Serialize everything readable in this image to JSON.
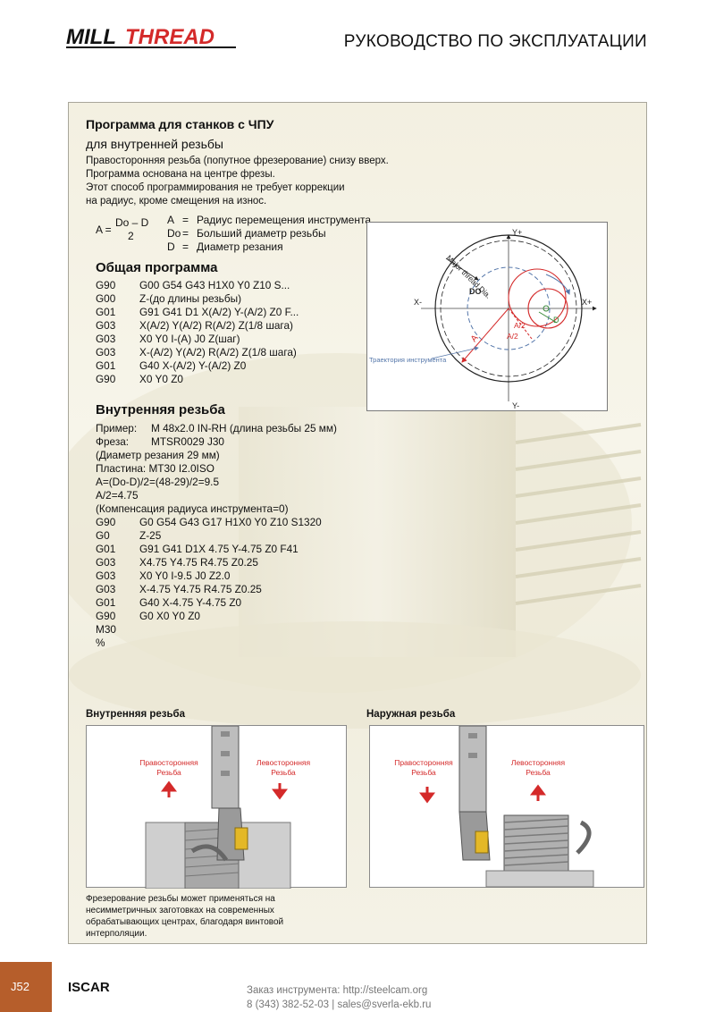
{
  "header": {
    "logo_text": "MILLTHREAD",
    "title": "РУКОВОДСТВО ПО ЭКСПЛУАТАЦИИ"
  },
  "intro": {
    "title": "Программа для станков с ЧПУ",
    "subtitle": "для внутренней резьбы",
    "lines": [
      "Правосторонняя резьба (попутное фрезерование) снизу вверх.",
      "Программа основана на центре фрезы.",
      "Этот способ программирования не требует коррекции",
      "на радиус, кроме смещения на износ."
    ]
  },
  "formula": {
    "lhs": "A =",
    "numerator": "Do – D",
    "denominator": "2",
    "defs": [
      {
        "sym": "A",
        "eq": "=",
        "text": "Радиус перемещения инструмента"
      },
      {
        "sym": "Do",
        "eq": "=",
        "text": "Больший диаметр резьбы"
      },
      {
        "sym": "D",
        "eq": "=",
        "text": "Диаметр резания"
      }
    ]
  },
  "general": {
    "title": "Общая программа",
    "rows": [
      {
        "code": "G90",
        "value": "G00 G54 G43 H1X0 Y0 Z10 S..."
      },
      {
        "code": "G00",
        "value": "Z-(до длины резьбы)"
      },
      {
        "code": "G01",
        "value": "G91 G41 D1 X(A/2) Y-(A/2) Z0 F..."
      },
      {
        "code": "G03",
        "value": "X(A/2) Y(A/2) R(A/2) Z(1/8 шага)"
      },
      {
        "code": "G03",
        "value": "X0 Y0 I-(A) J0 Z(шаг)"
      },
      {
        "code": "G03",
        "value": "X-(A/2) Y(A/2) R(A/2) Z(1/8 шага)"
      },
      {
        "code": "G01",
        "value": "G40 X-(A/2) Y-(A/2) Z0"
      },
      {
        "code": "G90",
        "value": "X0 Y0 Z0"
      }
    ]
  },
  "diagram": {
    "y_plus": "Y+",
    "y_minus": "Y-",
    "x_minus": "X-",
    "x_plus": "X+",
    "major_label": "Major thread Dia.",
    "do_label": "DO",
    "a_label": "A",
    "a2_label_1": "A/2",
    "a2_label_2": "A/2",
    "d_label": "D",
    "path_label": "Траектория инструмента"
  },
  "internal": {
    "title": "Внутренняя резьба",
    "example_label": "Пример:",
    "example_value": "M 48x2.0 IN-RH (длина резьбы 25 мм)",
    "cutter_label": "Фреза:",
    "cutter_value": "MTSR0029 J30",
    "lines": [
      "(Диаметр резания 29 мм)",
      "Пластина: MT30 I2.0ISO",
      "A=(Do-D)/2=(48-29)/2=9.5",
      "A/2=4.75",
      "(Компенсация радиуса инструмента=0)"
    ],
    "rows": [
      {
        "code": "G90",
        "value": "G0 G54 G43 G17 H1X0 Y0 Z10 S1320"
      },
      {
        "code": "G0",
        "value": "Z-25"
      },
      {
        "code": "G01",
        "value": "G91 G41 D1X 4.75 Y-4.75 Z0 F41"
      },
      {
        "code": "G03",
        "value": "X4.75 Y4.75 R4.75 Z0.25"
      },
      {
        "code": "G03",
        "value": "X0 Y0 I-9.5 J0 Z2.0"
      },
      {
        "code": "G03",
        "value": "X-4.75 Y4.75 R4.75 Z0.25"
      },
      {
        "code": "G01",
        "value": "G40 X-4.75 Y-4.75 Z0"
      },
      {
        "code": "G90",
        "value": "G0 X0 Y0 Z0"
      }
    ],
    "tail": [
      "M30",
      "%"
    ]
  },
  "illustrations": {
    "internal_title": "Внутренняя резьба",
    "external_title": "Наружная резьба",
    "right_hand_1": "Правосторонняя",
    "right_hand_2": "Резьба",
    "left_hand_1": "Левосторонняя",
    "left_hand_2": "Резьба",
    "caption": [
      "Фрезерование резьбы может применяться на",
      "несимметричных заготовках на современных",
      "обрабатывающих центрах, благодаря винтовой",
      "интерполяции."
    ]
  },
  "footer": {
    "page_number": "J52",
    "brand": "ISCAR",
    "contact_1": "Заказ инструмента: http://steelcam.org",
    "contact_2": "8 (343) 382-52-03  |  sales@sverla-ekb.ru"
  },
  "colors": {
    "accent_red": "#d42a2a",
    "diagram_blue": "#5577aa",
    "footer_tab": "#b65e2b",
    "panel_bg": "#f3f0e1"
  }
}
